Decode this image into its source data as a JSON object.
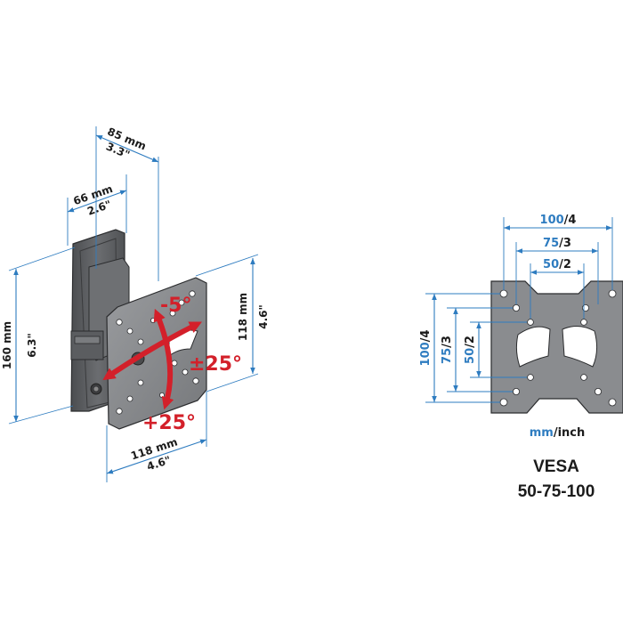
{
  "left_mount": {
    "depth_max": {
      "mm": "85 mm",
      "inch": "3.3\""
    },
    "depth_min": {
      "mm": "66 mm",
      "inch": "2.6\""
    },
    "height": {
      "mm": "160 mm",
      "inch": "6.3\""
    },
    "plate_height": {
      "mm": "118 mm",
      "inch": "4.6\""
    },
    "plate_width": {
      "mm": "118 mm",
      "inch": "4.6\""
    },
    "tilt_up": "-5°",
    "tilt_down": "+25°",
    "swivel": "±25°"
  },
  "vesa_plate": {
    "w100": {
      "num": "100",
      "den": "/4"
    },
    "w75": {
      "num": "75",
      "den": "/3"
    },
    "w50": {
      "num": "50",
      "den": "/2"
    },
    "h100": {
      "num": "100",
      "den": "/4"
    },
    "h75": {
      "num": "75",
      "den": "/3"
    },
    "h50": {
      "num": "50",
      "den": "/2"
    },
    "units_mm": "mm",
    "units_inch": "/inch",
    "vesa_title": "VESA",
    "vesa_sizes": "50-75-100"
  },
  "colors": {
    "dimension": "#2e7cc0",
    "arrow": "#d3202a",
    "plate": "#8a8c8f",
    "body": "#5a5c5f"
  }
}
